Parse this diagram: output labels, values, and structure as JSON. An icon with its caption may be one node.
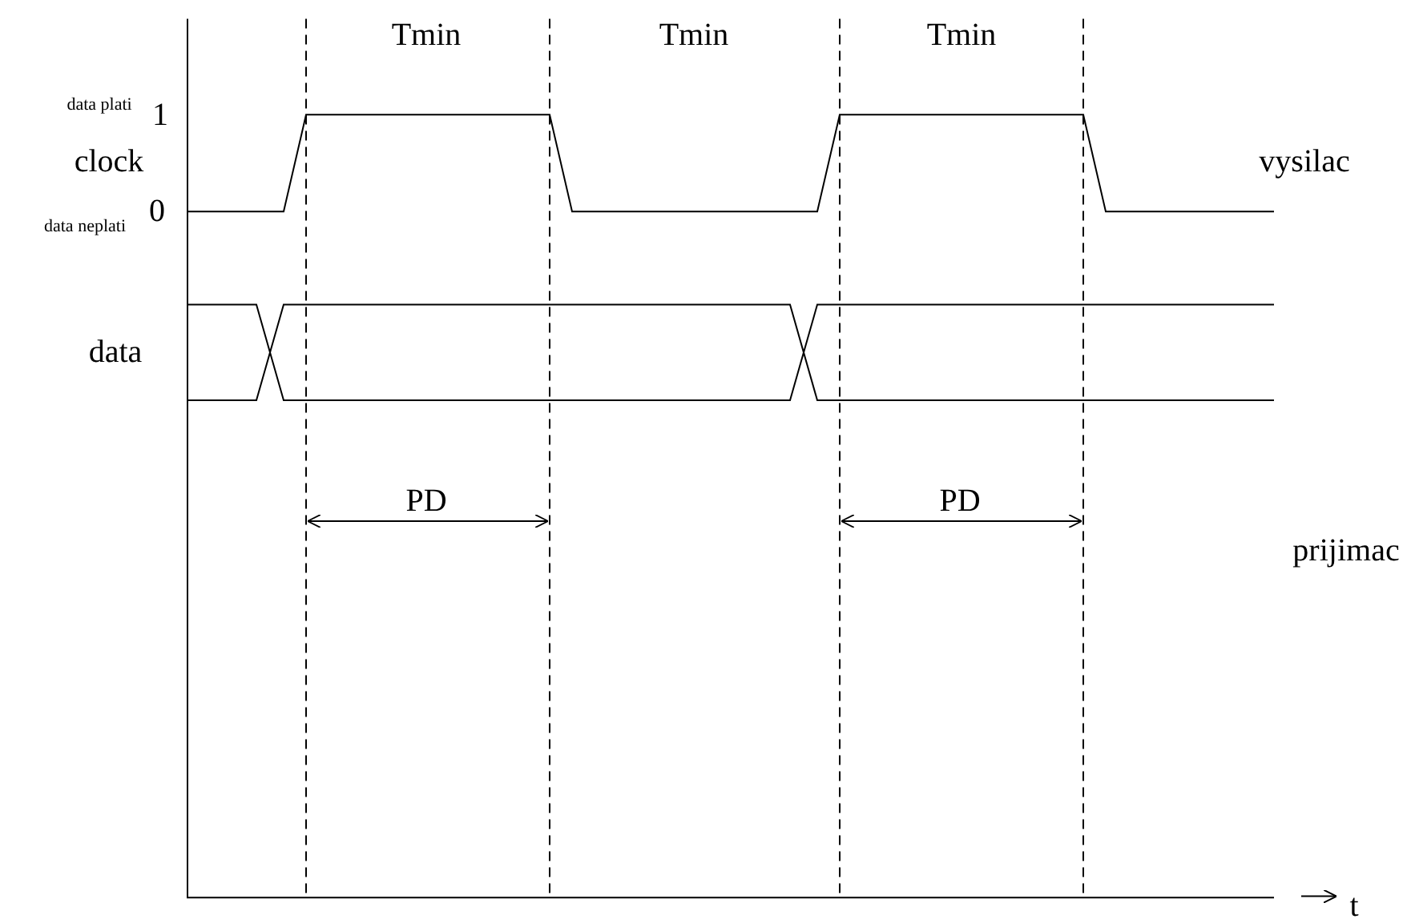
{
  "diagram": {
    "labels": [
      "Tmin",
      "Tmin",
      "Tmin",
      "data plati",
      "1",
      "clock",
      "vysilac",
      "data neplati",
      "0",
      "data",
      "PD",
      "PD",
      "prijimac",
      "t"
    ]
  }
}
